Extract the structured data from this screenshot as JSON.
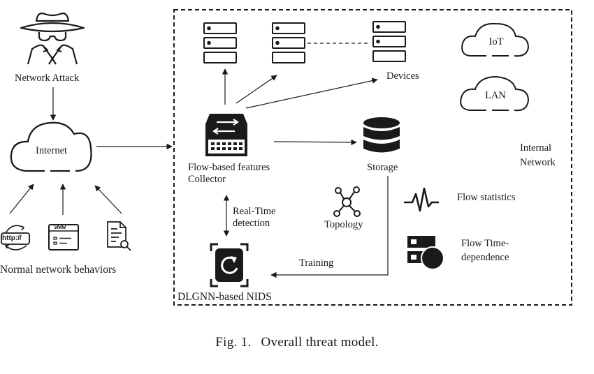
{
  "labels": {
    "network_attack": "Network Attack",
    "internet": "Internet",
    "normal_behaviors": "Normal network behaviors",
    "http_badge": "http://",
    "www_badge": "www",
    "devices": "Devices",
    "iot": "IoT",
    "lan": "LAN",
    "collector_line1": "Flow-based features",
    "collector_line2": "Collector",
    "storage": "Storage",
    "internal_line1": "Internal",
    "internal_line2": "Network",
    "realtime_line1": "Real-Time",
    "realtime_line2": "detection",
    "topology": "Topology",
    "flow_statistics": "Flow statistics",
    "flow_time_line1": "Flow Time-",
    "flow_time_line2": "dependence",
    "training": "Training",
    "nids": "DLGNN-based NIDS"
  },
  "caption": {
    "fig_number": "Fig. 1.",
    "text": "Overall threat model."
  },
  "icons": [
    "hacker-icon",
    "cloud-icon",
    "http-icon",
    "www-icon",
    "document-search-icon",
    "server-icon",
    "switch-icon",
    "database-icon",
    "topology-icon",
    "pulse-icon",
    "server-clock-icon",
    "refresh-icon"
  ],
  "colors": {
    "ink": "#1a1a1a",
    "background": "#ffffff"
  }
}
